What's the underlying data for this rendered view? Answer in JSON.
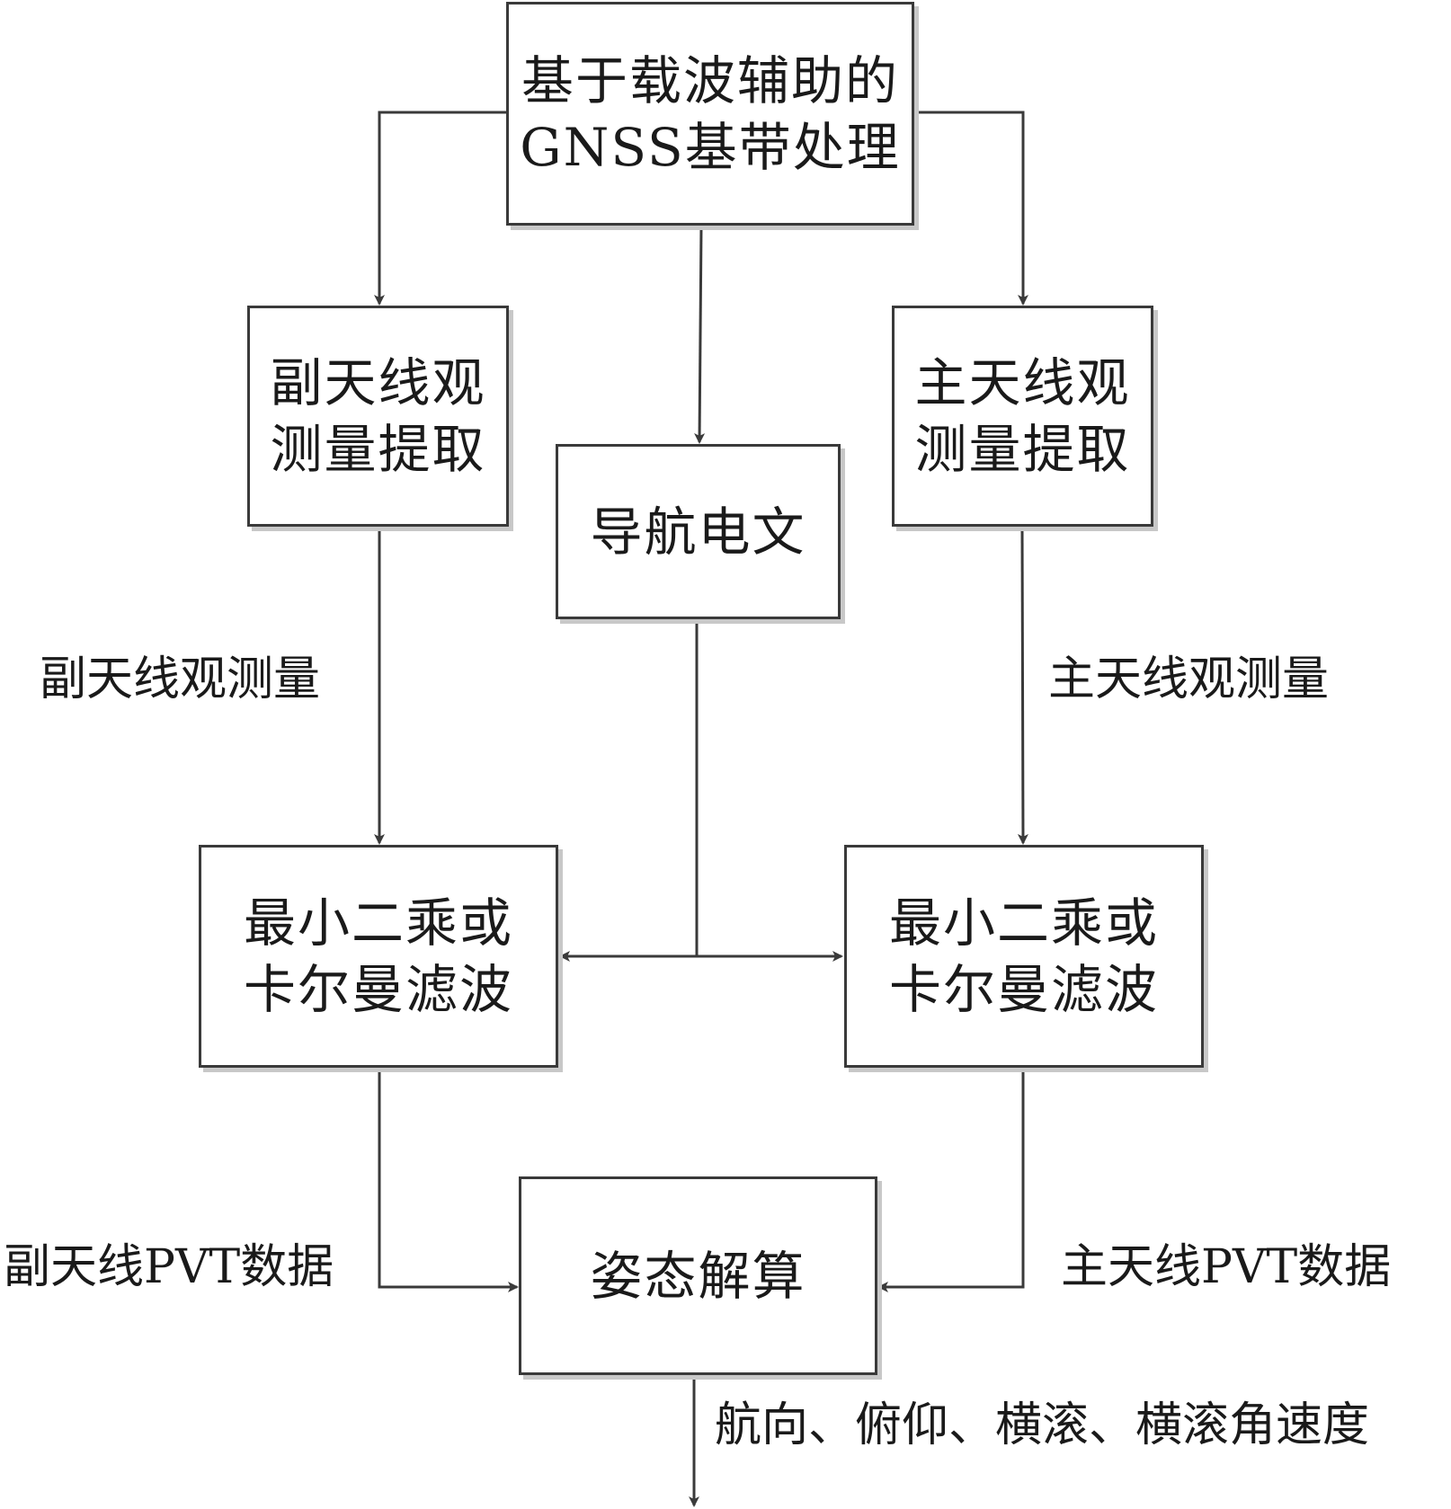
{
  "nodes": {
    "baseband": {
      "line1": "基于载波辅助的",
      "line2": "GNSS基带处理"
    },
    "aux_extract": {
      "line1": "副天线观",
      "line2": "测量提取"
    },
    "nav_message": {
      "line1": "导航电文"
    },
    "main_extract": {
      "line1": "主天线观",
      "line2": "测量提取"
    },
    "aux_filter": {
      "line1": "最小二乘或",
      "line2": "卡尔曼滤波"
    },
    "main_filter": {
      "line1": "最小二乘或",
      "line2": "卡尔曼滤波"
    },
    "attitude": {
      "line1": "姿态解算"
    }
  },
  "edge_labels": {
    "aux_obs": "副天线观测量",
    "main_obs": "主天线观测量",
    "aux_pvt": "副天线PVT数据",
    "main_pvt": "主天线PVT数据",
    "output": "航向、俯仰、横滚、横滚角速度"
  },
  "colors": {
    "line": "#3a3a3a",
    "shadow": "#c8c8c8",
    "text": "#1a1a1a"
  }
}
